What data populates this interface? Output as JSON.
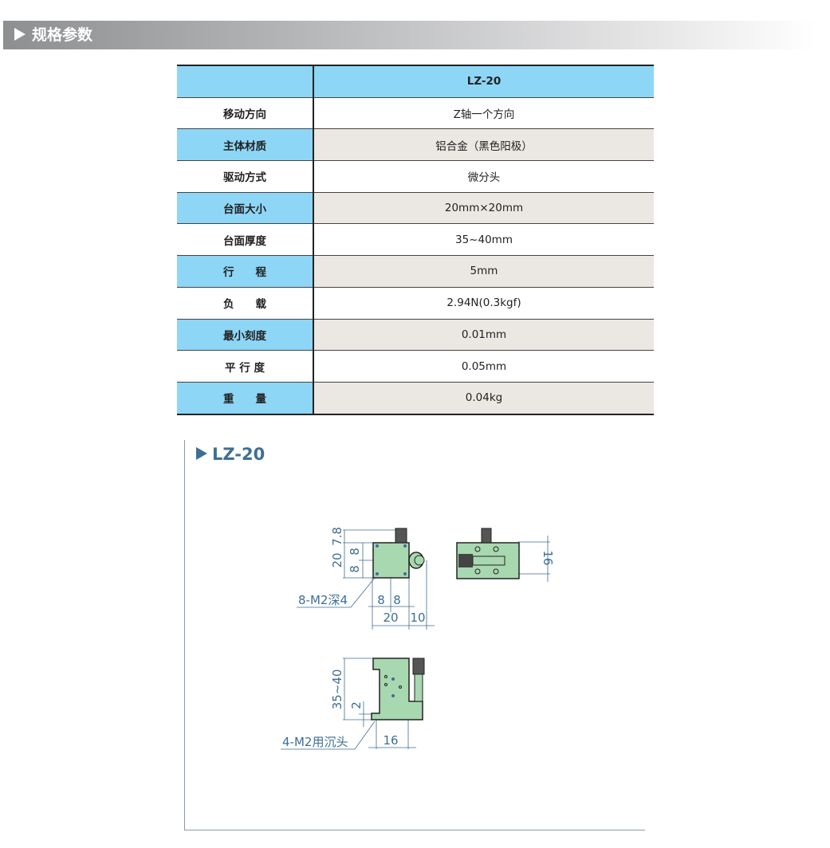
{
  "banner": {
    "title": "规格参数"
  },
  "table": {
    "header": "LZ-20",
    "rows": [
      {
        "label": "移动方向",
        "value": "Z轴一个方向"
      },
      {
        "label": "主体材质",
        "value": "铝合金（黑色阳极）"
      },
      {
        "label": "驱动方式",
        "value": "微分头"
      },
      {
        "label": "台面大小",
        "value": "20mm×20mm"
      },
      {
        "label": "台面厚度",
        "value": "35~40mm"
      },
      {
        "label": "行　　程",
        "value": "5mm"
      },
      {
        "label": "负　　载",
        "value": "2.94N(0.3kgf)"
      },
      {
        "label": "最小刻度",
        "value": "0.01mm"
      },
      {
        "label": "平 行 度",
        "value": "0.05mm"
      },
      {
        "label": "重　　量",
        "value": "0.04kg"
      }
    ]
  },
  "drawing": {
    "title": "LZ-20",
    "dims": {
      "d7_8": "7.8",
      "d20v": "20",
      "d8a": "8",
      "d8b": "8",
      "d8c": "8",
      "d8d": "8",
      "d20h": "20",
      "d10": "10",
      "d16r": "16",
      "d35": "35~40",
      "d2": "2",
      "d16b": "16"
    },
    "notes": {
      "holes_top": "8-M2深4",
      "holes_side": "4-M2用沉头"
    }
  },
  "colors": {
    "header_blue": "#8dd6f6",
    "row_beige": "#ebe8e3",
    "dim_blue": "#3e6e95",
    "part_green": "#a8d8b0"
  }
}
